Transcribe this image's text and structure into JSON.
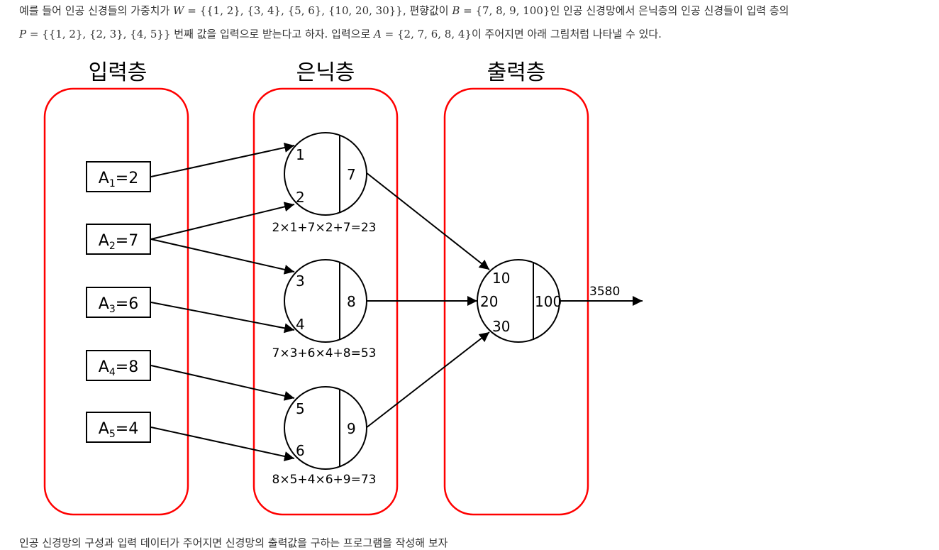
{
  "intro": {
    "line1_a": "예를 들어 인공 신경들의 가중치가 ",
    "line1_var_w": "W",
    "line1_w_val": " = {{1, 2}, {3, 4}, {5, 6}, {10, 20, 30}}",
    "line1_b": ", 편향값이 ",
    "line1_var_b": "B",
    "line1_b_val": " = {7, 8, 9, 100}",
    "line1_c": "인 인공 신경망에서 은닉층의 인공 신경들이 입력 층의",
    "line2_var_p": "P",
    "line2_p_val": " = {{1, 2}, {2, 3}, {4, 5}}",
    "line2_a": " 번째 값을 입력으로 받는다고 하자. 입력으로 ",
    "line2_var_a": "A",
    "line2_a_val": " = {2, 7, 6, 8, 4}",
    "line2_b": "이 주어지면 아래 그림처럼 나타낼 수 있다."
  },
  "diagram": {
    "layer_titles": {
      "input": "입력층",
      "hidden": "은닉층",
      "output": "출력층"
    },
    "inputs": [
      {
        "name": "A",
        "sub": "1",
        "value": "=2"
      },
      {
        "name": "A",
        "sub": "2",
        "value": "=7"
      },
      {
        "name": "A",
        "sub": "3",
        "value": "=6"
      },
      {
        "name": "A",
        "sub": "4",
        "value": "=8"
      },
      {
        "name": "A",
        "sub": "5",
        "value": "=4"
      }
    ],
    "hidden": [
      {
        "w1": "1",
        "w2": "2",
        "bias": "7",
        "formula": "2×1+7×2+7=23"
      },
      {
        "w1": "3",
        "w2": "4",
        "bias": "8",
        "formula": "7×3+6×4+8=53"
      },
      {
        "w1": "5",
        "w2": "6",
        "bias": "9",
        "formula": "8×5+4×6+9=73"
      }
    ],
    "output": {
      "w1": "10",
      "w2": "20",
      "w3": "30",
      "bias": "100",
      "result": "3580"
    }
  },
  "outro": "인공 신경망의 구성과 입력 데이터가 주어지면 신경망의 출력값을 구하는 프로그램을 작성해 보자",
  "colors": {
    "layer_border": "#ff0000",
    "line": "#000000"
  }
}
